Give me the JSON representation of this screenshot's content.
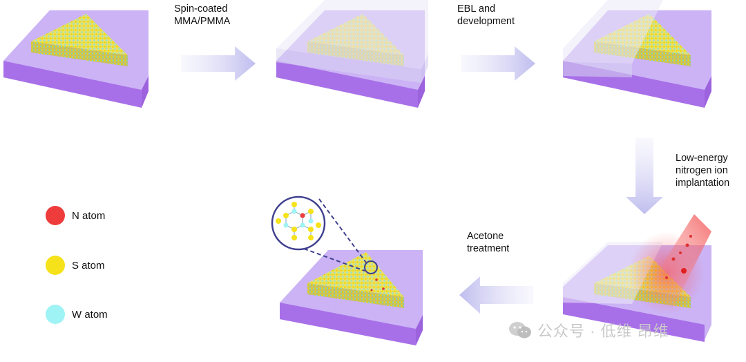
{
  "steps": {
    "spin_coat": [
      "Spin-coated",
      "MMA/PMMA"
    ],
    "ebl": [
      "EBL and",
      "development"
    ],
    "implant": [
      "Low-energy",
      "nitrogen ion",
      "implantation"
    ],
    "acetone": [
      "Acetone",
      "treatment"
    ]
  },
  "legend": [
    {
      "label": "N atom",
      "color": "#ee3b3b"
    },
    {
      "label": "S atom",
      "color": "#f5e21a"
    },
    {
      "label": "W atom",
      "color": "#9ff3f5"
    }
  ],
  "colors": {
    "substrate_top": "#cbb3f5",
    "substrate_front": "#a86fe6",
    "substrate_side": "#b98aee",
    "arrow": "#c6c5ef",
    "resist": "#e6e3f7",
    "ion_beam": "#f06060"
  },
  "watermark": {
    "text": "公众号 · 低维 昂维",
    "icon": "wechat-icon"
  }
}
